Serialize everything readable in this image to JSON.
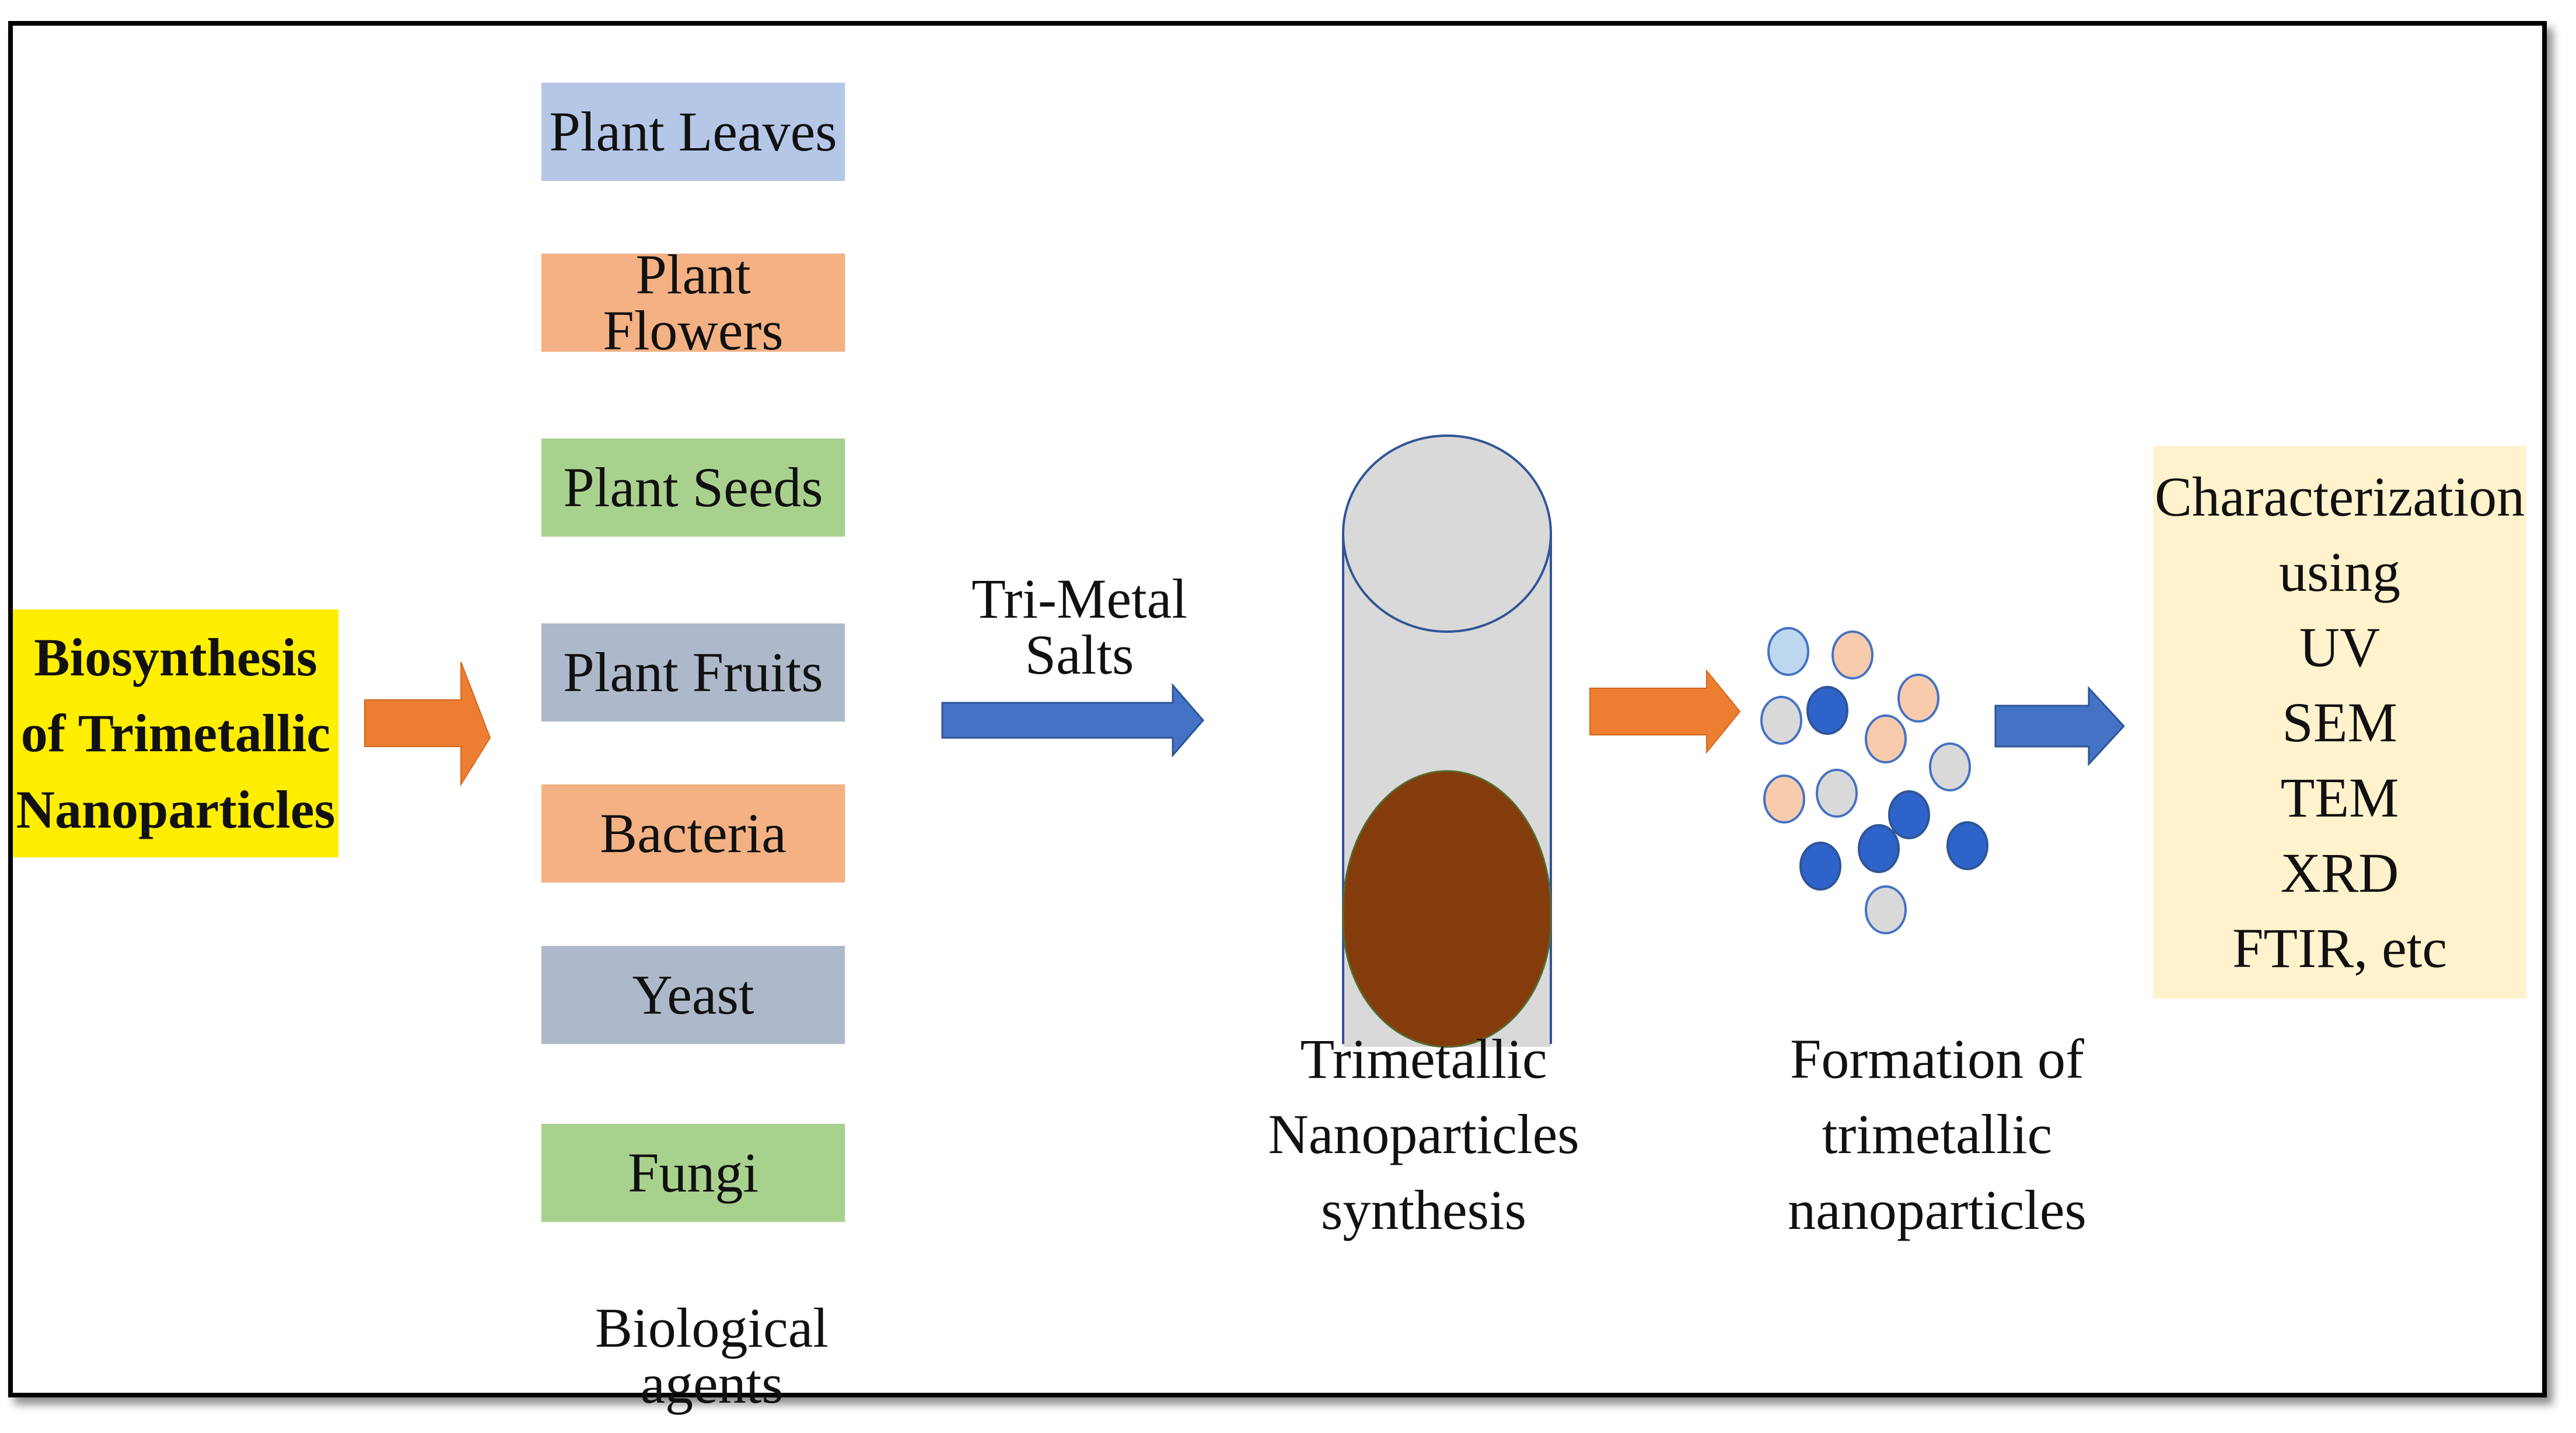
{
  "title": "Biosynthesis\nof Trimetallic\nNanoparticles",
  "agents": [
    {
      "label": "Plant Leaves",
      "color": "#b4c7e7"
    },
    {
      "label": "Plant Flowers",
      "color": "#f4b183"
    },
    {
      "label": "Plant Seeds",
      "color": "#a9d18e"
    },
    {
      "label": "Plant Fruits",
      "color": "#adb9ca"
    },
    {
      "label": "Bacteria",
      "color": "#f4b183"
    },
    {
      "label": "Yeast",
      "color": "#adb9ca"
    },
    {
      "label": "Fungi",
      "color": "#a9d18e"
    }
  ],
  "agents_caption": "Biological  agents",
  "salts_label": "Tri-Metal Salts",
  "synthesis_label": "Trimetallic\nNanoparticles synthesis",
  "formation_label": "Formation of trimetallic\nnanoparticles",
  "characterization": {
    "lines": [
      "Characterization",
      "using",
      "UV",
      "SEM",
      "TEM",
      "XRD",
      "FTIR, etc"
    ]
  },
  "colors": {
    "title_bg": "#ffee00",
    "orange_arrow": "#ed7d31",
    "blue_arrow": "#4472c4",
    "tube_body": "#d9d9d9",
    "tube_outline": "#2f5597",
    "sediment": "#843c0c",
    "char_bg": "#fff2cc"
  }
}
